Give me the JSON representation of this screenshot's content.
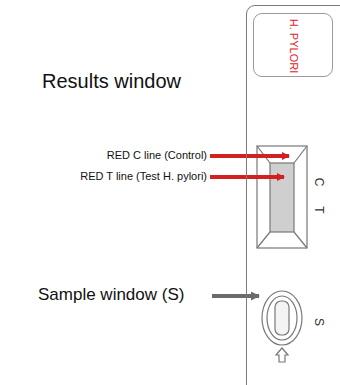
{
  "diagram": {
    "nodes": [
      {
        "text": [
          "C",
          "T",
          "S"
        ]
      },
      {
        "text": [
          "H. PYLORI"
        ],
        "in": 0
      }
    ],
    "labels": [
      "Results window",
      "RED C line (Control)",
      "RED T line (Test H. pylori)",
      "Sample window (S)"
    ]
  }
}
